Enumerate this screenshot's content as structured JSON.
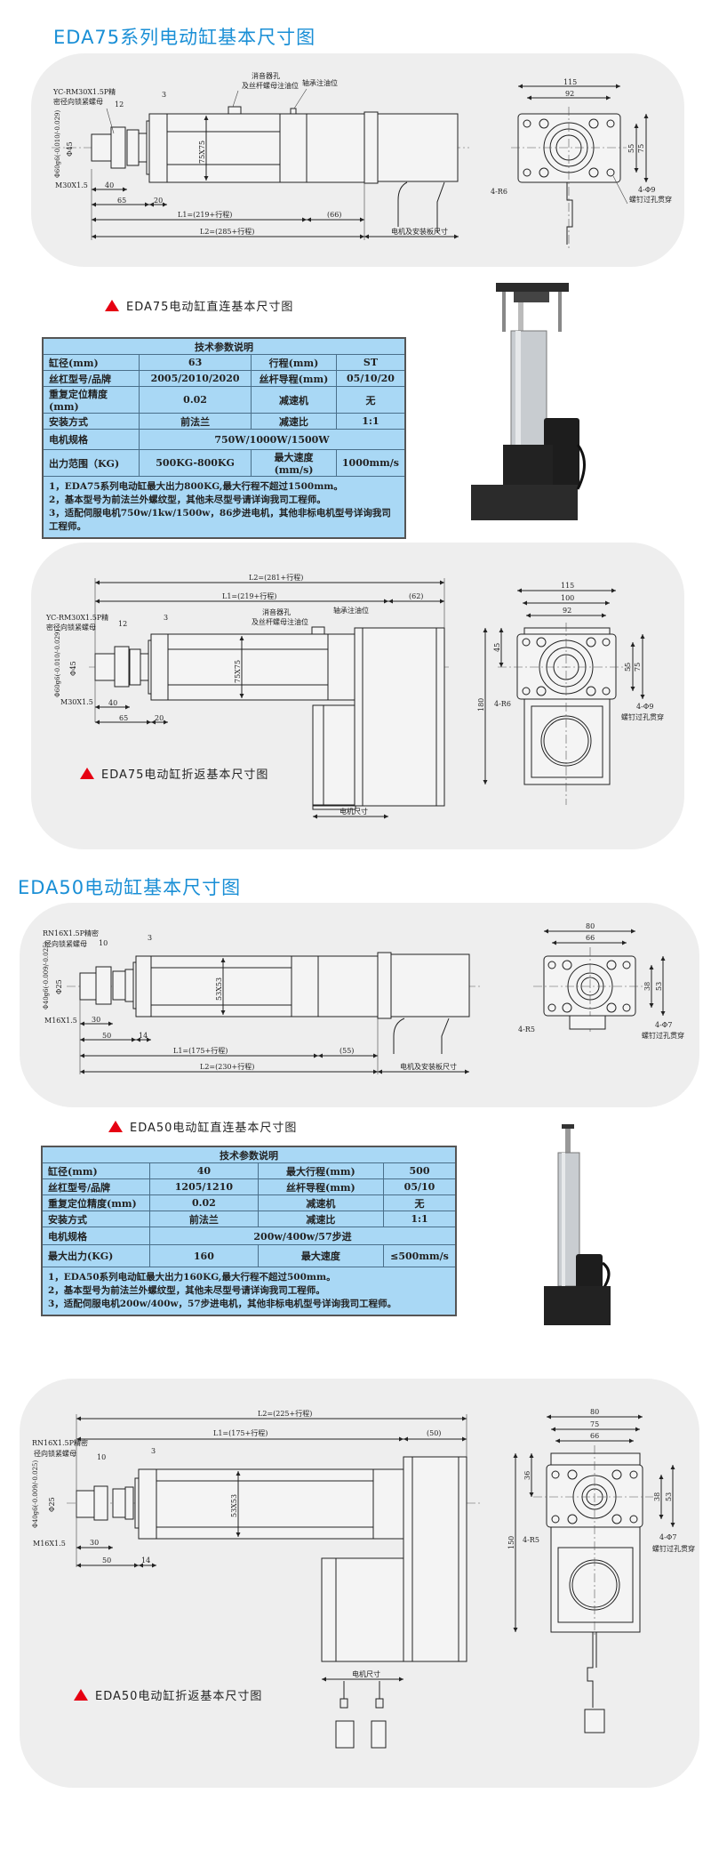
{
  "sections": [
    {
      "title": "EDA75系列电动缸基本尺寸图"
    },
    {
      "title": "EDA50电动缸基本尺寸图"
    }
  ],
  "captions": {
    "eda75_direct": "EDA75电动缸直连基本尺寸图",
    "eda75_fold": "EDA75电动缸折返基本尺寸图",
    "eda50_direct": "EDA50电动缸直连基本尺寸图",
    "eda50_fold": "EDA50电动缸折返基本尺寸图"
  },
  "eda75_direct": {
    "nut_label_1": "YC-RM30X1.5P精",
    "nut_label_2": "密径向锁紧螺母",
    "d12": "12",
    "d3": "3",
    "phi60": "Φ60g6(-0.010/-0.029)",
    "phi45": "Φ45",
    "sq": "75X75",
    "thread": "M30X1.5",
    "d40": "40",
    "d65": "65",
    "d20": "20",
    "l1": "L1=(219+行程)",
    "d66": "(66)",
    "l2": "L2=(285+行程)",
    "motor": "电机及安装板尺寸",
    "muffler_1": "消音器孔",
    "muffler_2": "及丝杆螺母注油位",
    "bearing": "轴承注油位",
    "end": {
      "w115": "115",
      "w92": "92",
      "h55": "55",
      "h75": "75",
      "r": "4-R6",
      "hole": "4-Φ9",
      "hole_note": "螺钉过孔贯穿"
    }
  },
  "eda75_fold": {
    "l2": "L2=(281+行程)",
    "l1": "L1=(219+行程)",
    "d62": "(62)",
    "muffler_1": "消音器孔",
    "muffler_2": "及丝杆螺母注油位",
    "bearing": "轴承注油位",
    "nut_label_1": "YC-RM30X1.5P精",
    "nut_label_2": "密径向锁紧螺母",
    "d12": "12",
    "d3": "3",
    "phi60": "Φ60g6(-0.010/-0.029)",
    "phi45": "Φ45",
    "sq": "75X75",
    "thread": "M30X1.5",
    "d40": "40",
    "d65": "65",
    "d20": "20",
    "motor": "电机尺寸",
    "end": {
      "w115": "115",
      "w100": "100",
      "w92": "92",
      "h45": "45",
      "h55": "55",
      "h75": "75",
      "h180": "180",
      "r": "4-R6",
      "hole": "4-Φ9",
      "hole_note": "螺钉过孔贯穿"
    }
  },
  "eda50_direct": {
    "nut_label_1": "RN16X1.5P精密",
    "nut_label_2": "径向锁紧螺母",
    "d10": "10",
    "d3": "3",
    "phi40": "Φ40g6(-0.009/-0.025)",
    "phi25": "Φ25",
    "sq": "53X53",
    "thread": "M16X1.5",
    "d30": "30",
    "d50": "50",
    "d14": "14",
    "l1": "L1=(175+行程)",
    "d55": "(55)",
    "l2": "L2=(230+行程)",
    "motor": "电机及安装板尺寸",
    "end": {
      "w80": "80",
      "w66": "66",
      "h38": "38",
      "h53": "53",
      "r": "4-R5",
      "hole": "4-Φ7",
      "hole_note": "螺钉过孔贯穿"
    }
  },
  "eda50_fold": {
    "l2": "L2=(225+行程)",
    "l1": "L1=(175+行程)",
    "d50p": "(50)",
    "nut_label_1": "RN16X1.5P精密",
    "nut_label_2": "径向锁紧螺母",
    "d10": "10",
    "d3": "3",
    "phi40": "Φ40g6(-0.009/-0.025)",
    "phi25": "Φ25",
    "sq": "53X53",
    "thread": "M16X1.5",
    "d30": "30",
    "d50": "50",
    "d14": "14",
    "motor": "电机尺寸",
    "end": {
      "w80": "80",
      "w75": "75",
      "w66": "66",
      "h36": "36",
      "h38": "38",
      "h53": "53",
      "h150": "150",
      "r": "4-R5",
      "hole": "4-Φ7",
      "hole_note": "螺钉过孔贯穿"
    }
  },
  "table75": {
    "title": "技术参数说明",
    "rows": [
      [
        "缸径(mm)",
        "63",
        "行程(mm)",
        "ST"
      ],
      [
        "丝杠型号/品牌",
        "2005/2010/2020",
        "丝杆导程(mm)",
        "05/10/20"
      ],
      [
        "重复定位精度(mm)",
        "0.02",
        "减速机",
        "无"
      ],
      [
        "安装方式",
        "前法兰",
        "减速比",
        "1:1"
      ]
    ],
    "motor_label": "电机规格",
    "motor_value": "750W/1000W/1500W",
    "force": [
      "出力范围（KG)",
      "500KG-800KG",
      "最大速度(mm/s)",
      "1000mm/s"
    ],
    "notes": [
      "1，EDA75系列电动缸最大出力800KG,最大行程不超过1500mm。",
      "2，基本型号为前法兰外螺纹型，其他未尽型号请详询我司工程师。",
      "3，适配伺服电机750w/1kw/1500w，86步进电机，其他非标电机型号详询我司工程师。"
    ]
  },
  "table50": {
    "title": "技术参数说明",
    "rows": [
      [
        "缸径(mm)",
        "40",
        "最大行程(mm)",
        "500"
      ],
      [
        "丝杠型号/品牌",
        "1205/1210",
        "丝杆导程(mm)",
        "05/10"
      ],
      [
        "重复定位精度(mm)",
        "0.02",
        "减速机",
        "无"
      ],
      [
        "安装方式",
        "前法兰",
        "减速比",
        "1:1"
      ]
    ],
    "motor_label": "电机规格",
    "motor_value": "200w/400w/57步进",
    "force": [
      "最大出力(KG)",
      "160",
      "最大速度",
      "≤500mm/s"
    ],
    "notes": [
      "1，EDA50系列电动缸最大出力160KG,最大行程不超过500mm。",
      "2，基本型号为前法兰外螺纹型，其他未尽型号请详询我司工程师。",
      "3，适配伺服电机200w/400w，57步进电机，其他非标电机型号详询我司工程师。"
    ]
  },
  "colors": {
    "title": "#1a8fd6",
    "triangle": "#e60012",
    "table_bg": "#a9d8f5",
    "panel": "#eeeeee"
  }
}
